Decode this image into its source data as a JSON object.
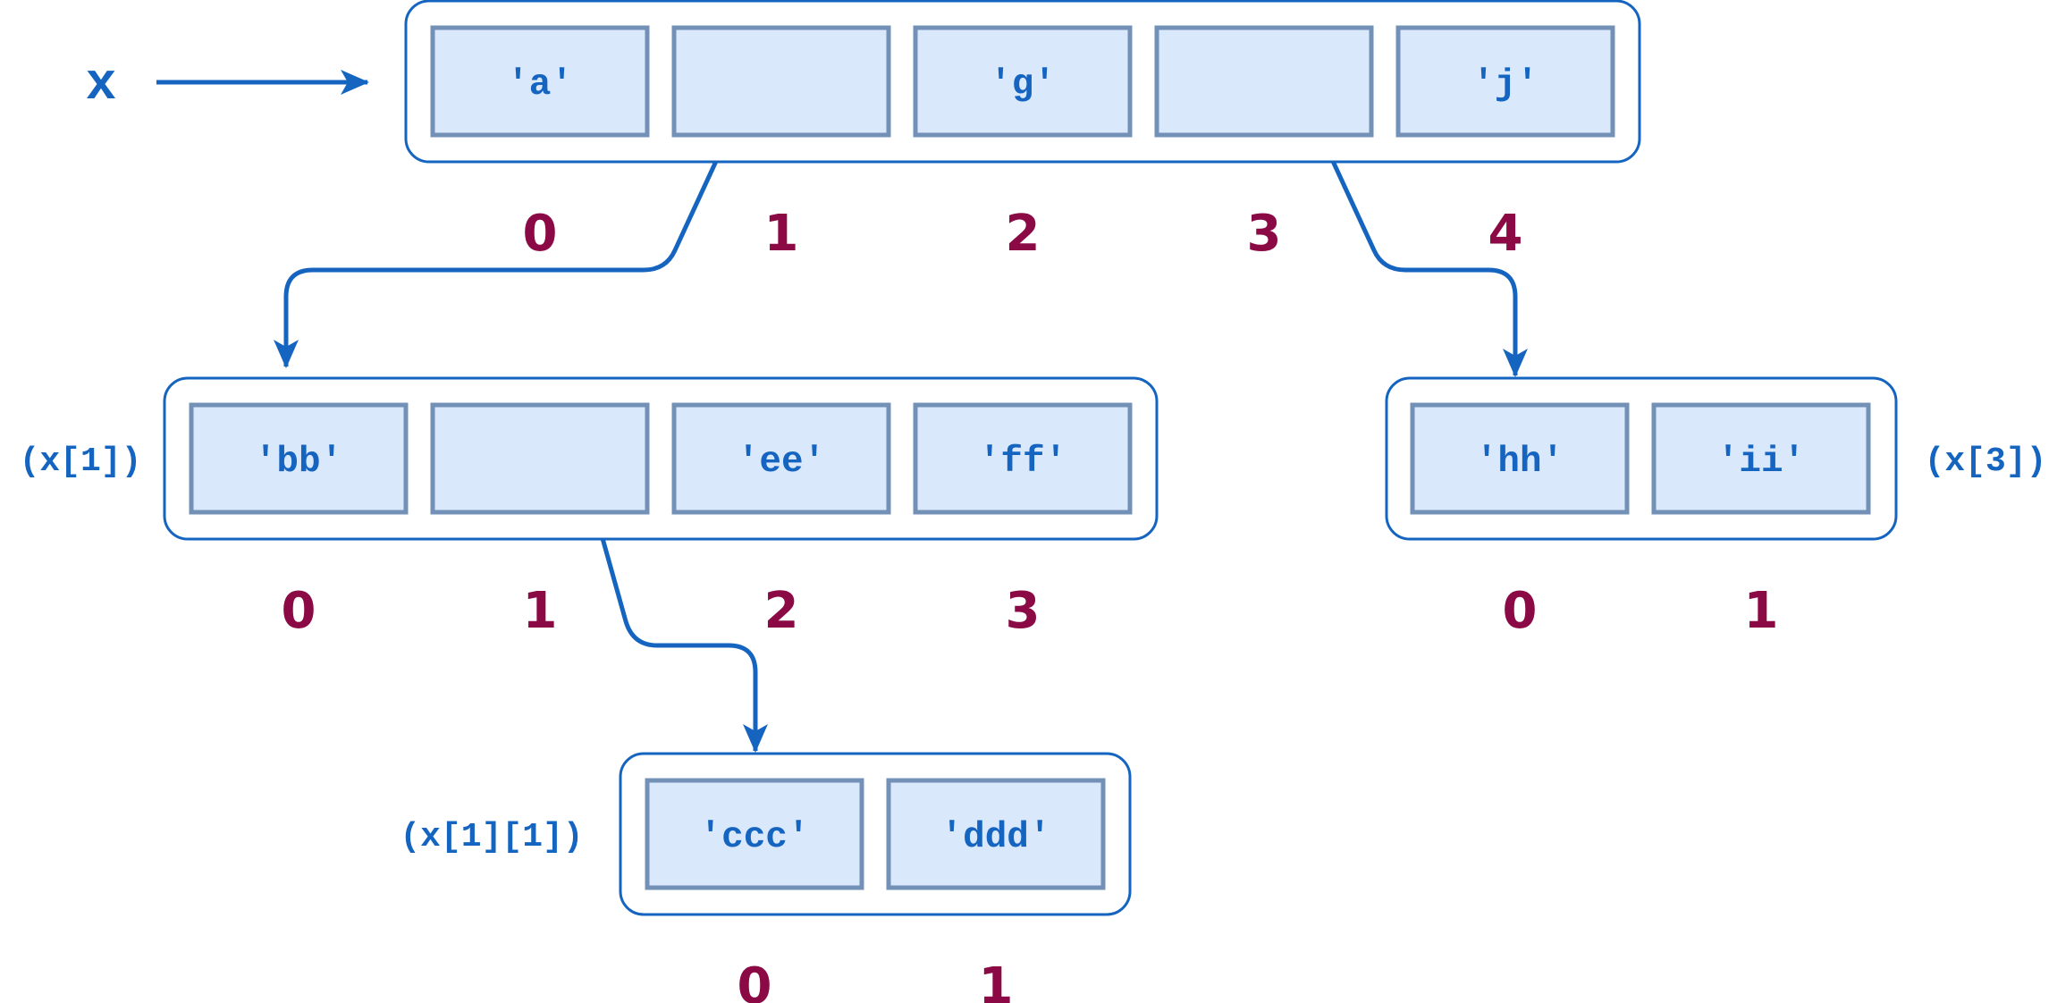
{
  "variable": "x",
  "lists": [
    {
      "id": "root",
      "label": "",
      "cells": [
        "'a'",
        "",
        "'g'",
        "",
        "'j'"
      ],
      "indices": [
        "0",
        "1",
        "2",
        "3",
        "4"
      ]
    },
    {
      "id": "x1",
      "label": "(x[1])",
      "cells": [
        "'bb'",
        "",
        "'ee'",
        "'ff'"
      ],
      "indices": [
        "0",
        "1",
        "2",
        "3"
      ]
    },
    {
      "id": "x3",
      "label": "(x[3])",
      "cells": [
        "'hh'",
        "'ii'"
      ],
      "indices": [
        "0",
        "1"
      ]
    },
    {
      "id": "x11",
      "label": "(x[1][1])",
      "cells": [
        "'ccc'",
        "'ddd'"
      ],
      "indices": [
        "0",
        "1"
      ]
    }
  ],
  "colors": {
    "accent": "#1565c0",
    "cell_fill": "#dae8fc",
    "cell_border": "#7390b7",
    "index": "#8b0a45"
  }
}
